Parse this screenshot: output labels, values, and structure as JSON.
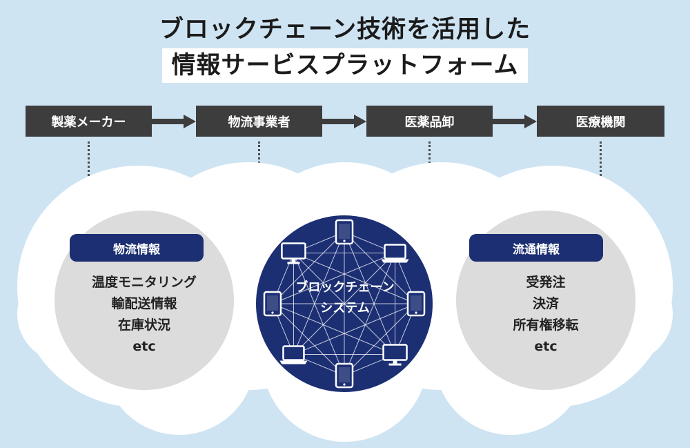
{
  "title": {
    "line1": "ブロックチェーン技術を活用した",
    "line2": "情報サービスプラットフォーム"
  },
  "flow": [
    {
      "label": "製薬メーカー"
    },
    {
      "label": "物流事業者"
    },
    {
      "label": "医薬品卸"
    },
    {
      "label": "医療機関"
    }
  ],
  "logistics": {
    "header": "物流情報",
    "items": [
      "温度モニタリング",
      "輸配送情報",
      "在庫状況"
    ],
    "etc": "etc"
  },
  "blockchain": {
    "label_line1": "ブロックチェーン",
    "label_line2": "システム"
  },
  "distribution": {
    "header": "流通情報",
    "items": [
      "受発注",
      "決済",
      "所有権移転"
    ],
    "etc": "etc"
  },
  "colors": {
    "background": "#cfe4f3",
    "flow_box": "#3d3d3d",
    "navy": "#1c2f73",
    "circle_gray": "#dcdcdc"
  }
}
